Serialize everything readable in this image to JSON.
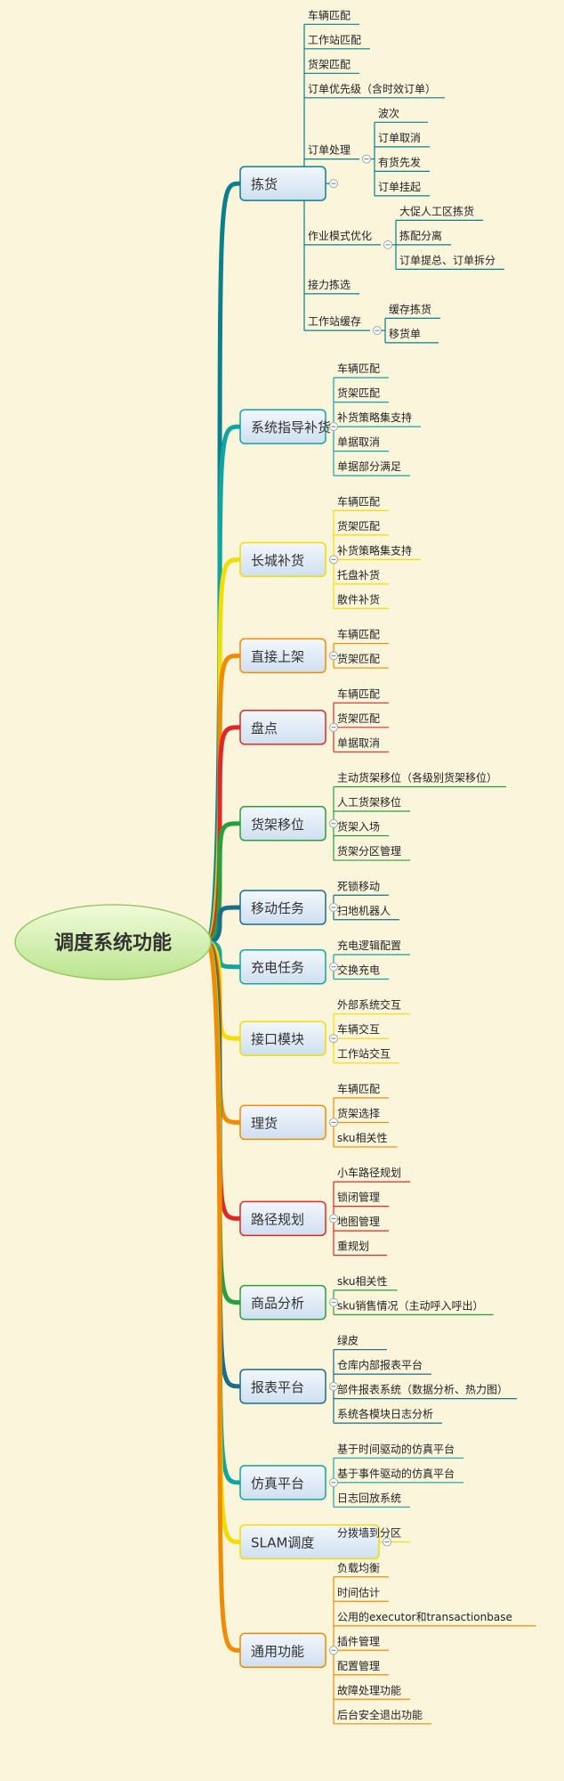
{
  "root": {
    "label": "调度系统功能"
  },
  "branches": [
    {
      "label": "拣货",
      "color": "#0b7f8c",
      "children": [
        {
          "label": "车辆匹配"
        },
        {
          "label": "工作站匹配"
        },
        {
          "label": "货架匹配"
        },
        {
          "label": "订单优先级（含时效订单）"
        },
        {
          "label": "订单处理",
          "children": [
            {
              "label": "波次"
            },
            {
              "label": "订单取消"
            },
            {
              "label": "有货先发"
            },
            {
              "label": "订单挂起"
            }
          ]
        },
        {
          "label": "作业模式优化",
          "children": [
            {
              "label": "大促人工区拣货"
            },
            {
              "label": "拣配分离"
            },
            {
              "label": "订单提总、订单拆分"
            }
          ]
        },
        {
          "label": "接力拣选"
        },
        {
          "label": "工作站缓存",
          "children": [
            {
              "label": "缓存拣货"
            },
            {
              "label": "移货单"
            }
          ]
        }
      ]
    },
    {
      "label": "系统指导补货",
      "color": "#10a5a0",
      "children": [
        {
          "label": "车辆匹配"
        },
        {
          "label": "货架匹配"
        },
        {
          "label": "补货策略集支持"
        },
        {
          "label": "单据取消"
        },
        {
          "label": "单据部分满足"
        }
      ]
    },
    {
      "label": "长城补货",
      "color": "#f0de00",
      "children": [
        {
          "label": "车辆匹配"
        },
        {
          "label": "货架匹配"
        },
        {
          "label": "补货策略集支持"
        },
        {
          "label": "托盘补货"
        },
        {
          "label": "散件补货"
        }
      ]
    },
    {
      "label": "直接上架",
      "color": "#f08c00",
      "children": [
        {
          "label": "车辆匹配"
        },
        {
          "label": "货架匹配"
        }
      ]
    },
    {
      "label": "盘点",
      "color": "#e02828",
      "children": [
        {
          "label": "车辆匹配"
        },
        {
          "label": "货架匹配"
        },
        {
          "label": "单据取消"
        }
      ]
    },
    {
      "label": "货架移位",
      "color": "#28a040",
      "children": [
        {
          "label": "主动货架移位（各级别货架移位）"
        },
        {
          "label": "人工货架移位"
        },
        {
          "label": "货架入场"
        },
        {
          "label": "货架分区管理"
        }
      ]
    },
    {
      "label": "移动任务",
      "color": "#1a6e88",
      "children": [
        {
          "label": "死锁移动"
        },
        {
          "label": "扫地机器人"
        }
      ]
    },
    {
      "label": "充电任务",
      "color": "#10a5a0",
      "children": [
        {
          "label": "充电逻辑配置"
        },
        {
          "label": "交换充电"
        }
      ]
    },
    {
      "label": "接口模块",
      "color": "#f0de00",
      "children": [
        {
          "label": "外部系统交互"
        },
        {
          "label": "车辆交互"
        },
        {
          "label": "工作站交互"
        }
      ]
    },
    {
      "label": "理货",
      "color": "#f08c00",
      "children": [
        {
          "label": "车辆匹配"
        },
        {
          "label": "货架选择"
        },
        {
          "label": "sku相关性"
        }
      ]
    },
    {
      "label": "路径规划",
      "color": "#e02828",
      "children": [
        {
          "label": "小车路径规划"
        },
        {
          "label": "锁闭管理"
        },
        {
          "label": "地图管理"
        },
        {
          "label": "重规划"
        }
      ]
    },
    {
      "label": "商品分析",
      "color": "#28a040",
      "children": [
        {
          "label": "sku相关性"
        },
        {
          "label": "sku销售情况（主动呼入呼出）"
        }
      ]
    },
    {
      "label": "报表平台",
      "color": "#1a6e88",
      "children": [
        {
          "label": "绿皮"
        },
        {
          "label": "仓库内部报表平台"
        },
        {
          "label": "部件报表系统（数据分析、热力图）"
        },
        {
          "label": "系统各模块日志分析"
        }
      ]
    },
    {
      "label": "仿真平台",
      "color": "#10a5a0",
      "children": [
        {
          "label": "基于时间驱动的仿真平台"
        },
        {
          "label": "基于事件驱动的仿真平台"
        },
        {
          "label": "日志回放系统"
        }
      ]
    },
    {
      "label": "SLAM调度",
      "color": "#f0de00",
      "children": [
        {
          "label": "分拨墙到分区"
        }
      ]
    },
    {
      "label": "通用功能",
      "color": "#f08c00",
      "children": [
        {
          "label": "负载均衡"
        },
        {
          "label": "时间估计"
        },
        {
          "label": "公用的executor和transactionbase"
        },
        {
          "label": "插件管理"
        },
        {
          "label": "配置管理"
        },
        {
          "label": "故障处理功能"
        },
        {
          "label": "后台安全退出功能"
        }
      ]
    }
  ]
}
